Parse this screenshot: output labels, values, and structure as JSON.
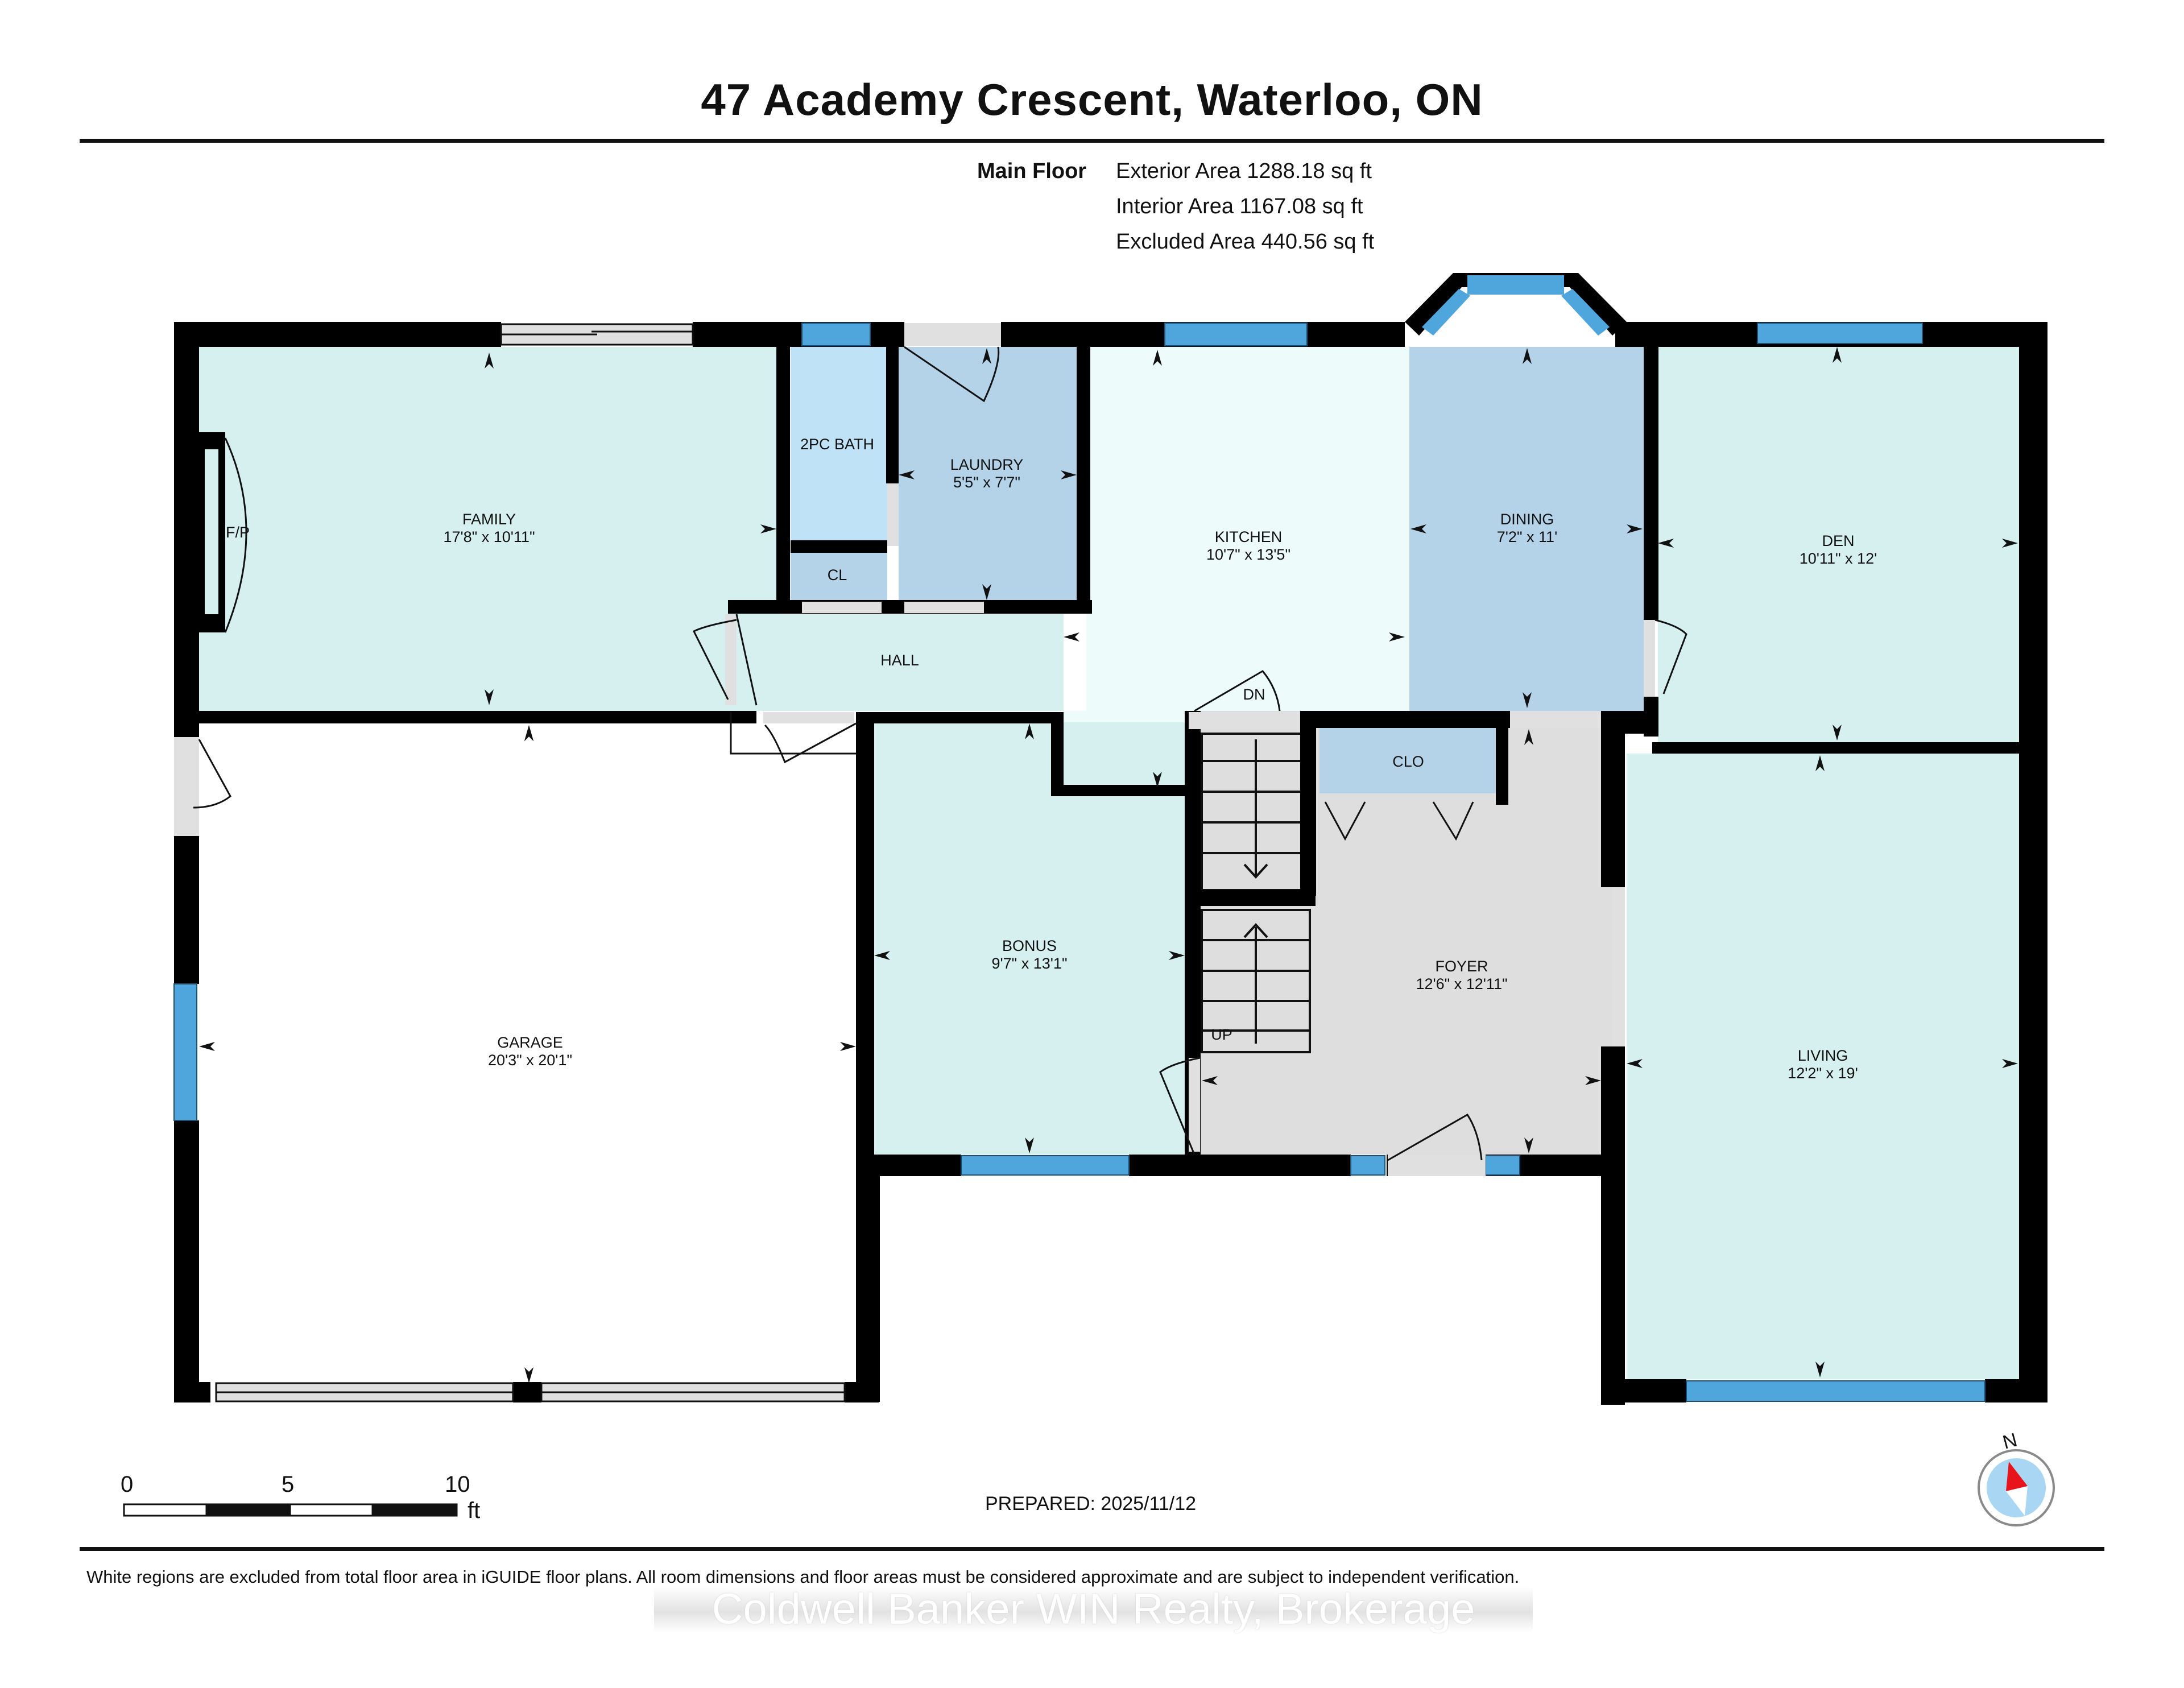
{
  "header": {
    "title": "47 Academy Crescent, Waterloo, ON"
  },
  "areas": {
    "floor_label": "Main Floor",
    "exterior": "Exterior Area 1288.18 sq ft",
    "interior": "Interior Area 1167.08 sq ft",
    "excluded": "Excluded Area 440.56 sq ft"
  },
  "rooms": {
    "family": {
      "name": "FAMILY",
      "dims": "17'8\" x 10'11\""
    },
    "fireplace": {
      "name": "F/P"
    },
    "bath": {
      "name": "2PC BATH"
    },
    "closet_cl": {
      "name": "CL"
    },
    "laundry": {
      "name": "LAUNDRY",
      "dims": "5'5\" x 7'7\""
    },
    "kitchen": {
      "name": "KITCHEN",
      "dims": "10'7\" x 13'5\""
    },
    "dining": {
      "name": "DINING",
      "dims": "7'2\" x 11'"
    },
    "den": {
      "name": "DEN",
      "dims": "10'11\" x 12'"
    },
    "hall": {
      "name": "HALL"
    },
    "garage": {
      "name": "GARAGE",
      "dims": "20'3\" x 20'1\""
    },
    "bonus": {
      "name": "BONUS",
      "dims": "9'7\" x 13'1\""
    },
    "closet_clo": {
      "name": "CLO"
    },
    "foyer": {
      "name": "FOYER",
      "dims": "12'6\" x 12'11\""
    },
    "living": {
      "name": "LIVING",
      "dims": "12'2\" x 19'"
    },
    "stairs_down": {
      "name": "DN"
    },
    "stairs_up": {
      "name": "UP"
    }
  },
  "scale_bar": {
    "ticks": [
      "0",
      "5",
      "10"
    ],
    "unit": "ft"
  },
  "compass": {
    "label": "N",
    "icon": "compass-icon"
  },
  "footer": {
    "prepared": "PREPARED: 2025/11/12",
    "disclaimer": "White regions are excluded from total floor area in iGUIDE floor plans. All room dimensions and floor areas must be considered approximate and are subject to independent verification.",
    "watermark": "Coldwell Banker WIN Realty, Brokerage"
  },
  "colors": {
    "wall": "#000000",
    "room_light": "#d6f0f0",
    "room_medium": "#b4d2e8",
    "bath": "#bfe2f7",
    "kitchen": "#eefbfb",
    "foyer": "#dedede",
    "window": "#4fa6dd",
    "compass_red": "#e8141b",
    "compass_bg": "#a9d7f3"
  }
}
